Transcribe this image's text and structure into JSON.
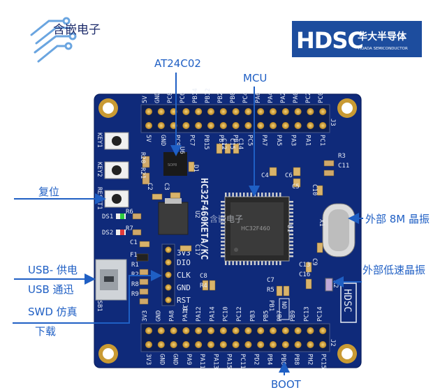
{
  "logos": {
    "brand_cn": "含嵌电子",
    "hdsc_mark": "HDSC",
    "hdsc_cn": "华大半导体",
    "hdsc_en": "HUADA SEMICONDUCTOR"
  },
  "callouts": {
    "at24": "AT24C02",
    "mcu": "MCU",
    "reset": "复位",
    "usb_power": "USB- 供电",
    "usb_comm": "USB 通迅",
    "swd": "SWD 仿真",
    "swd2": "下载",
    "crystal_8m": "外部 8M 晶振",
    "crystal_low": "外部低速晶振",
    "boot": "BOOT"
  },
  "board": {
    "title": "HC32F460KETA/KC",
    "hdsc_label": "HDSC",
    "top_header_pins": [
      "5V",
      "GND",
      "PC8",
      "PC6",
      "PB14",
      "PB12",
      "PB2",
      "PB0",
      "PC4",
      "PA6",
      "PA4",
      "PA2",
      "PA0",
      "PC2",
      "PC0"
    ],
    "top_header_pins_inner": [
      "5V",
      "GND",
      "PC9",
      "PC7",
      "PB15",
      "PB13",
      "PB10",
      "PC5",
      "PA7",
      "PA5",
      "PA3",
      "PA1",
      "PC1"
    ],
    "bottom_header_pins": [
      "3V3",
      "GND",
      "PA8",
      "PA10",
      "PA12",
      "PA14",
      "PC10",
      "PC12",
      "PB3",
      "PB5",
      "PB7",
      "PB9",
      "PC13",
      "PC14"
    ],
    "bottom_header_pins_inner": [
      "3V3",
      "GND",
      "GND",
      "PA9",
      "PA11",
      "PA13",
      "PA15",
      "PC11",
      "PD2",
      "PB4",
      "PB6",
      "PB8",
      "PH2",
      "PC15"
    ],
    "swd_labels": [
      "3V3",
      "DIO",
      "CLK",
      "GND",
      "RST"
    ],
    "left_labels": [
      "5V",
      "KEY1",
      "KEY2",
      "RESET1",
      "DS1",
      "DS2",
      "USB1"
    ],
    "component_labels": [
      "R20",
      "R21",
      "U6",
      "D1",
      "C2",
      "C3",
      "R6",
      "R7",
      "U2",
      "C1",
      "F1",
      "R1",
      "R2",
      "R8",
      "R9",
      "C17",
      "C8",
      "R4",
      "C7",
      "R5",
      "C13",
      "C16",
      "C9",
      "C10",
      "R3",
      "C11",
      "C4",
      "C6",
      "C5",
      "C12",
      "C15",
      "C14",
      "U1",
      "X1",
      "X2",
      "J1",
      "J2",
      "J3",
      "NO",
      "PB1"
    ],
    "watermark": "含嵌电子",
    "chip_marking": "HC32F460"
  },
  "colors": {
    "callout_blue": "#1f5fc4",
    "pcb_blue": "#0f2a7a",
    "hdsc_blue": "#1d4d9e",
    "gold": "#d8a63a",
    "silk": "#e8ecf5"
  }
}
